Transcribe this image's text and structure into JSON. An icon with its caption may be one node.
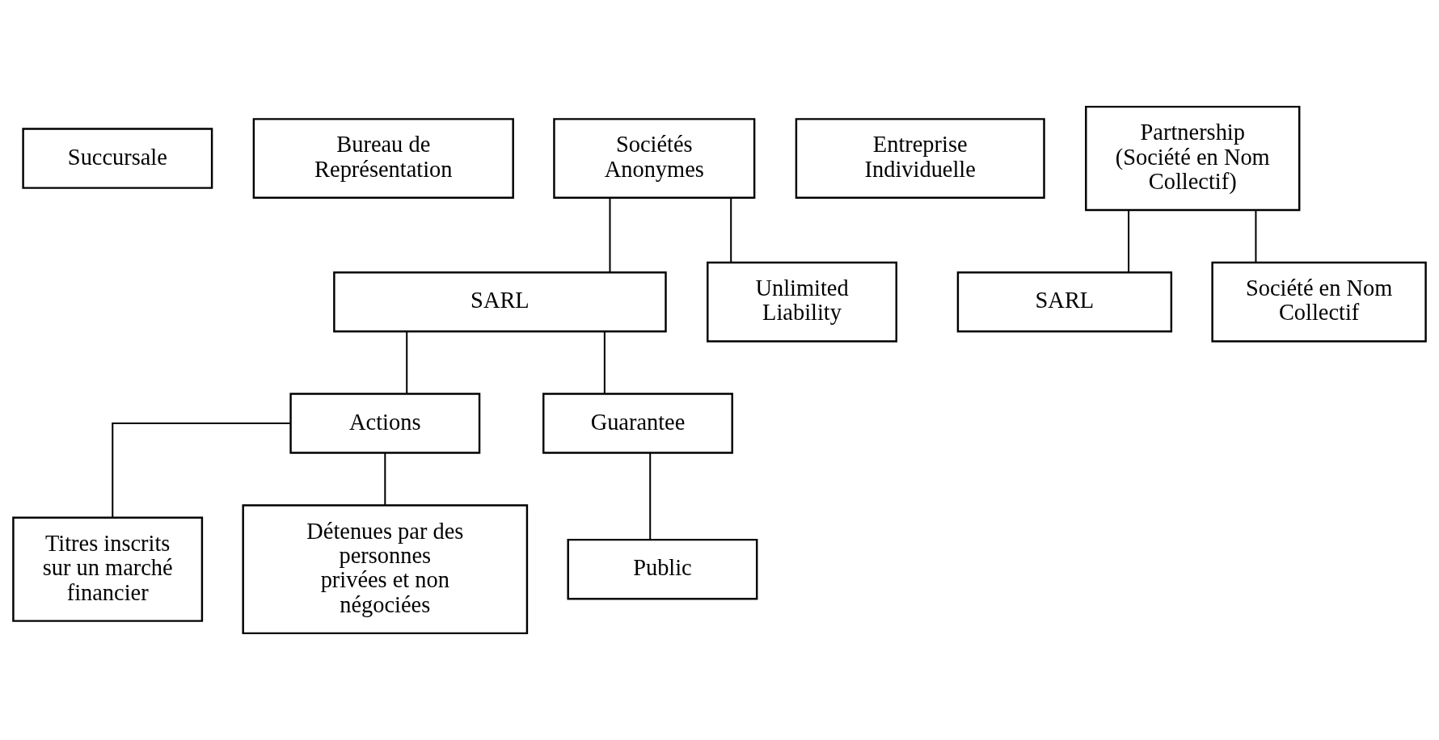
{
  "diagram": {
    "nodes": [
      {
        "text": [
          "Succursale"
        ]
      },
      {
        "text": [
          "Bureau de Représentation"
        ]
      },
      {
        "text": [
          "Sociétés Anonymes"
        ]
      },
      {
        "text": [
          "Entreprise Individuelle"
        ]
      },
      {
        "text": [
          "Partnership (Société en Nom Collectif)"
        ]
      },
      {
        "text": [
          "SARL"
        ]
      },
      {
        "text": [
          "Unlimited Liability"
        ]
      },
      {
        "text": [
          "SARL"
        ]
      },
      {
        "text": [
          "Société en Nom Collectif"
        ]
      },
      {
        "text": [
          "Actions"
        ]
      },
      {
        "text": [
          "Guarantee"
        ]
      },
      {
        "text": [
          "Public"
        ]
      },
      {
        "text": [
          "Titres inscrits sur un marché financier"
        ]
      },
      {
        "text": [
          "Détenues par des personnes privées et non négociées"
        ]
      }
    ],
    "edges": [
      {
        "from": 2,
        "to": 5,
        "arrow": "none"
      },
      {
        "from": 2,
        "to": 6,
        "arrow": "none"
      },
      {
        "from": 4,
        "to": 7,
        "arrow": "none"
      },
      {
        "from": 4,
        "to": 8,
        "arrow": "none"
      },
      {
        "from": 5,
        "to": 9,
        "arrow": "none"
      },
      {
        "from": 5,
        "to": 10,
        "arrow": "none"
      },
      {
        "from": 10,
        "to": 11,
        "arrow": "none"
      },
      {
        "from": 9,
        "to": 12,
        "arrow": "none"
      },
      {
        "from": 9,
        "to": 13,
        "arrow": "none"
      }
    ]
  }
}
